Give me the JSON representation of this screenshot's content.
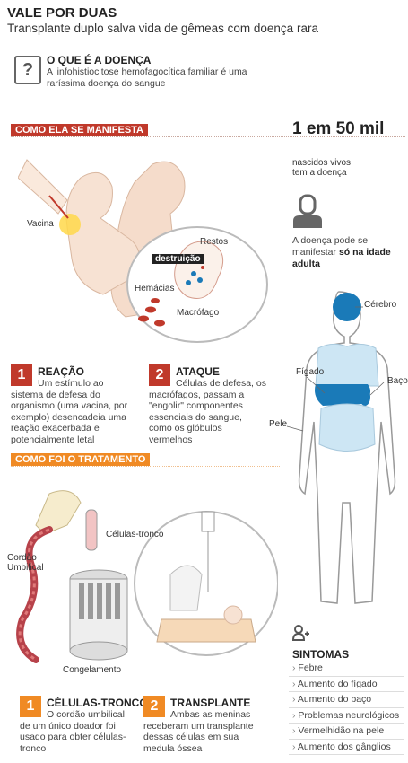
{
  "header": {
    "title": "VALE POR DUAS",
    "subtitle": "Transplante duplo salva vida de gêmeas com doença rara"
  },
  "question": {
    "icon": "question-icon",
    "icon_glyph": "?",
    "heading": "O QUE É A DOENÇA",
    "text": "A linfohistiocitose hemofagocítica familiar é uma raríssima doença do sangue"
  },
  "sections": {
    "manifest_tag": "COMO ELA SE MANIFESTA",
    "treatment_tag": "COMO FOI O TRATAMENTO"
  },
  "stats": {
    "big": "1 em 50 mil",
    "small": "nascidos vivos tem a doença"
  },
  "adult": {
    "text_prefix": "A doença pode se manifestar ",
    "text_bold": "só na idade adulta"
  },
  "illustration_labels": {
    "vacina": "Vacina",
    "restos": "Restos",
    "destruicao": "destruição",
    "hemacias": "Hemácias",
    "macrofago": "Macrófago",
    "celulas_tronco": "Células-tronco",
    "cordao": "Cordão Umbilical",
    "congelamento": "Congelamento"
  },
  "body_labels": {
    "cerebro": "Cérebro",
    "figado": "Fígado",
    "baco": "Baço",
    "pele": "Pele"
  },
  "steps": {
    "reacao": {
      "num": "1",
      "title": "REAÇÃO",
      "text": "Um estímulo ao sistema de defesa do organismo (uma vacina, por exemplo) desencadeia uma reação exacerbada e potencialmente letal"
    },
    "ataque": {
      "num": "2",
      "title": "ATAQUE",
      "text": "Células de defesa, os macrófagos, passam a \"engolir\" componentes essenciais do sangue, como os glóbulos vermelhos"
    },
    "celulas": {
      "num": "1",
      "title": "CÉLULAS-TRONCO",
      "text": "O cordão umbilical de um único doador foi usado para obter células-tronco"
    },
    "transplante": {
      "num": "2",
      "title": "TRANSPLANTE",
      "text": "Ambas as meninas receberam um transplante dessas células em sua medula óssea"
    }
  },
  "symptoms": {
    "heading": "SINTOMAS",
    "items": [
      "Febre",
      "Aumento do fígado",
      "Aumento do baço",
      "Problemas neurológicos",
      "Vermelhidão na pele",
      "Aumento dos gânglios"
    ]
  },
  "colors": {
    "red": "#c0392b",
    "orange": "#f08a24",
    "blue": "#1a7ab8",
    "body": "#cde6f4"
  }
}
